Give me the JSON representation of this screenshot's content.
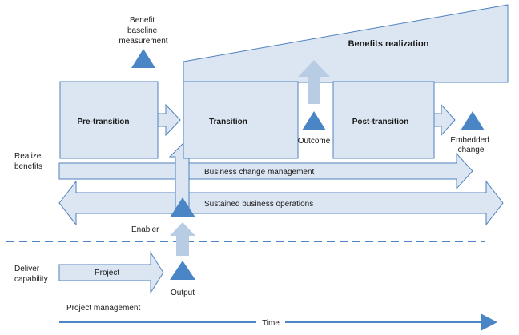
{
  "labels": {
    "benefit_baseline": [
      "Benefit",
      "baseline",
      "measurement"
    ],
    "benefits_realization": "Benefits realization",
    "pre_transition": "Pre-transition",
    "transition": "Transition",
    "post_transition": "Post-transition",
    "outcome": "Outcome",
    "embedded_change": [
      "Embedded",
      "change"
    ],
    "realize_benefits": [
      "Realize",
      "benefits"
    ],
    "business_change_management": "Business change management",
    "sustained_business_operations": "Sustained business operations",
    "enabler": "Enabler",
    "deliver_capability": [
      "Deliver",
      "capability"
    ],
    "project": "Project",
    "output": "Output",
    "project_management": "Project management",
    "time": "Time"
  },
  "colors": {
    "fill_light": "#dce6f2",
    "fill_arrow": "#b8cce4",
    "stroke": "#4f81bd",
    "triangle": "#4a86c5",
    "dash": "#4a86c5"
  }
}
